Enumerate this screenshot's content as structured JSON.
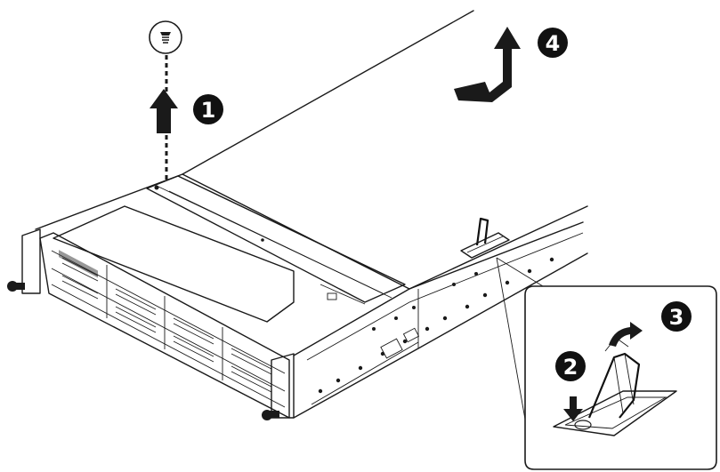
{
  "diagram": {
    "steps": [
      {
        "id": "step-1",
        "label": "1"
      },
      {
        "id": "step-2",
        "label": "2"
      },
      {
        "id": "step-3",
        "label": "3"
      },
      {
        "id": "step-4",
        "label": "4"
      }
    ],
    "icons": {
      "screw": "screw-icon",
      "arrow_up": "arrow-up-icon",
      "arrow_push_down": "arrow-down-icon",
      "arrow_rotate": "curved-arrow-icon",
      "arrow_slide_back_lift": "step-arrow-icon"
    },
    "colors": {
      "line": "#1a1a1a",
      "badge": "#111111",
      "background": "#ffffff"
    }
  }
}
